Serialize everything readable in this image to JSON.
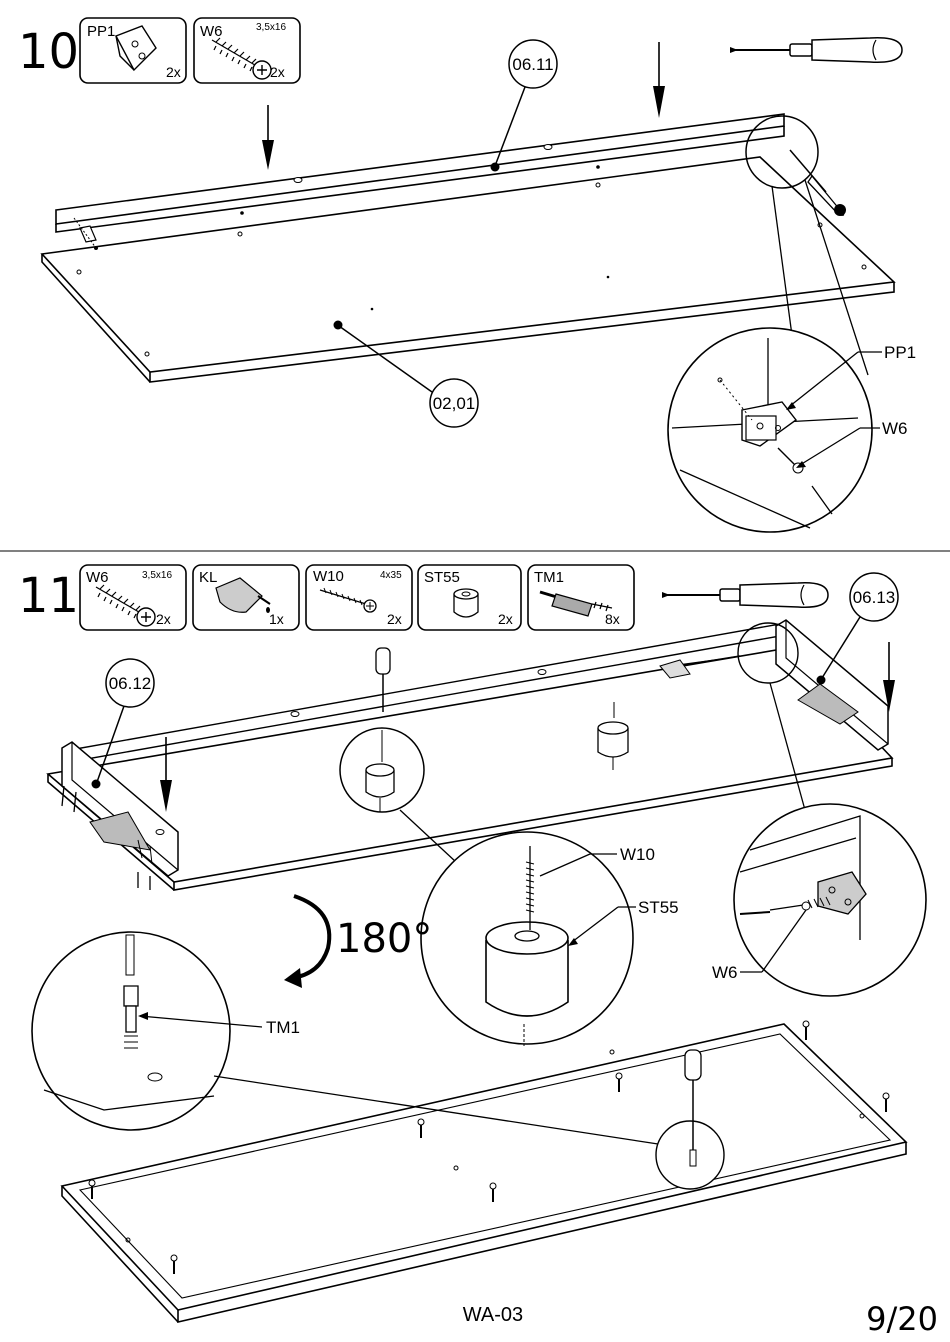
{
  "steps": [
    {
      "number": "10",
      "parts": [
        {
          "code": "PP1",
          "spec": "",
          "qty": "2x",
          "icon": "corner-bracket-icon"
        },
        {
          "code": "W6",
          "spec": "3,5x16",
          "qty": "2x",
          "icon": "screw-icon"
        }
      ],
      "callouts": {
        "panel_top": "06.11",
        "panel_bottom": "02,01",
        "bracket": "PP1",
        "screw": "W6"
      }
    },
    {
      "number": "11",
      "parts": [
        {
          "code": "W6",
          "spec": "3,5x16",
          "qty": "2x",
          "icon": "screw-icon"
        },
        {
          "code": "KL",
          "spec": "",
          "qty": "1x",
          "icon": "glue-bottle-icon"
        },
        {
          "code": "W10",
          "spec": "4x35",
          "qty": "2x",
          "icon": "long-screw-icon"
        },
        {
          "code": "ST55",
          "spec": "",
          "qty": "2x",
          "icon": "foot-pad-icon"
        },
        {
          "code": "TM1",
          "spec": "",
          "qty": "8x",
          "icon": "connector-bolt-icon"
        }
      ],
      "callouts": {
        "side_left": "06.12",
        "side_right": "06.13",
        "screw_long": "W10",
        "foot": "ST55",
        "screw_short": "W6",
        "connector": "TM1"
      },
      "rotation": "180°"
    }
  ],
  "footer": {
    "model": "WA-03",
    "page": "9/20"
  }
}
